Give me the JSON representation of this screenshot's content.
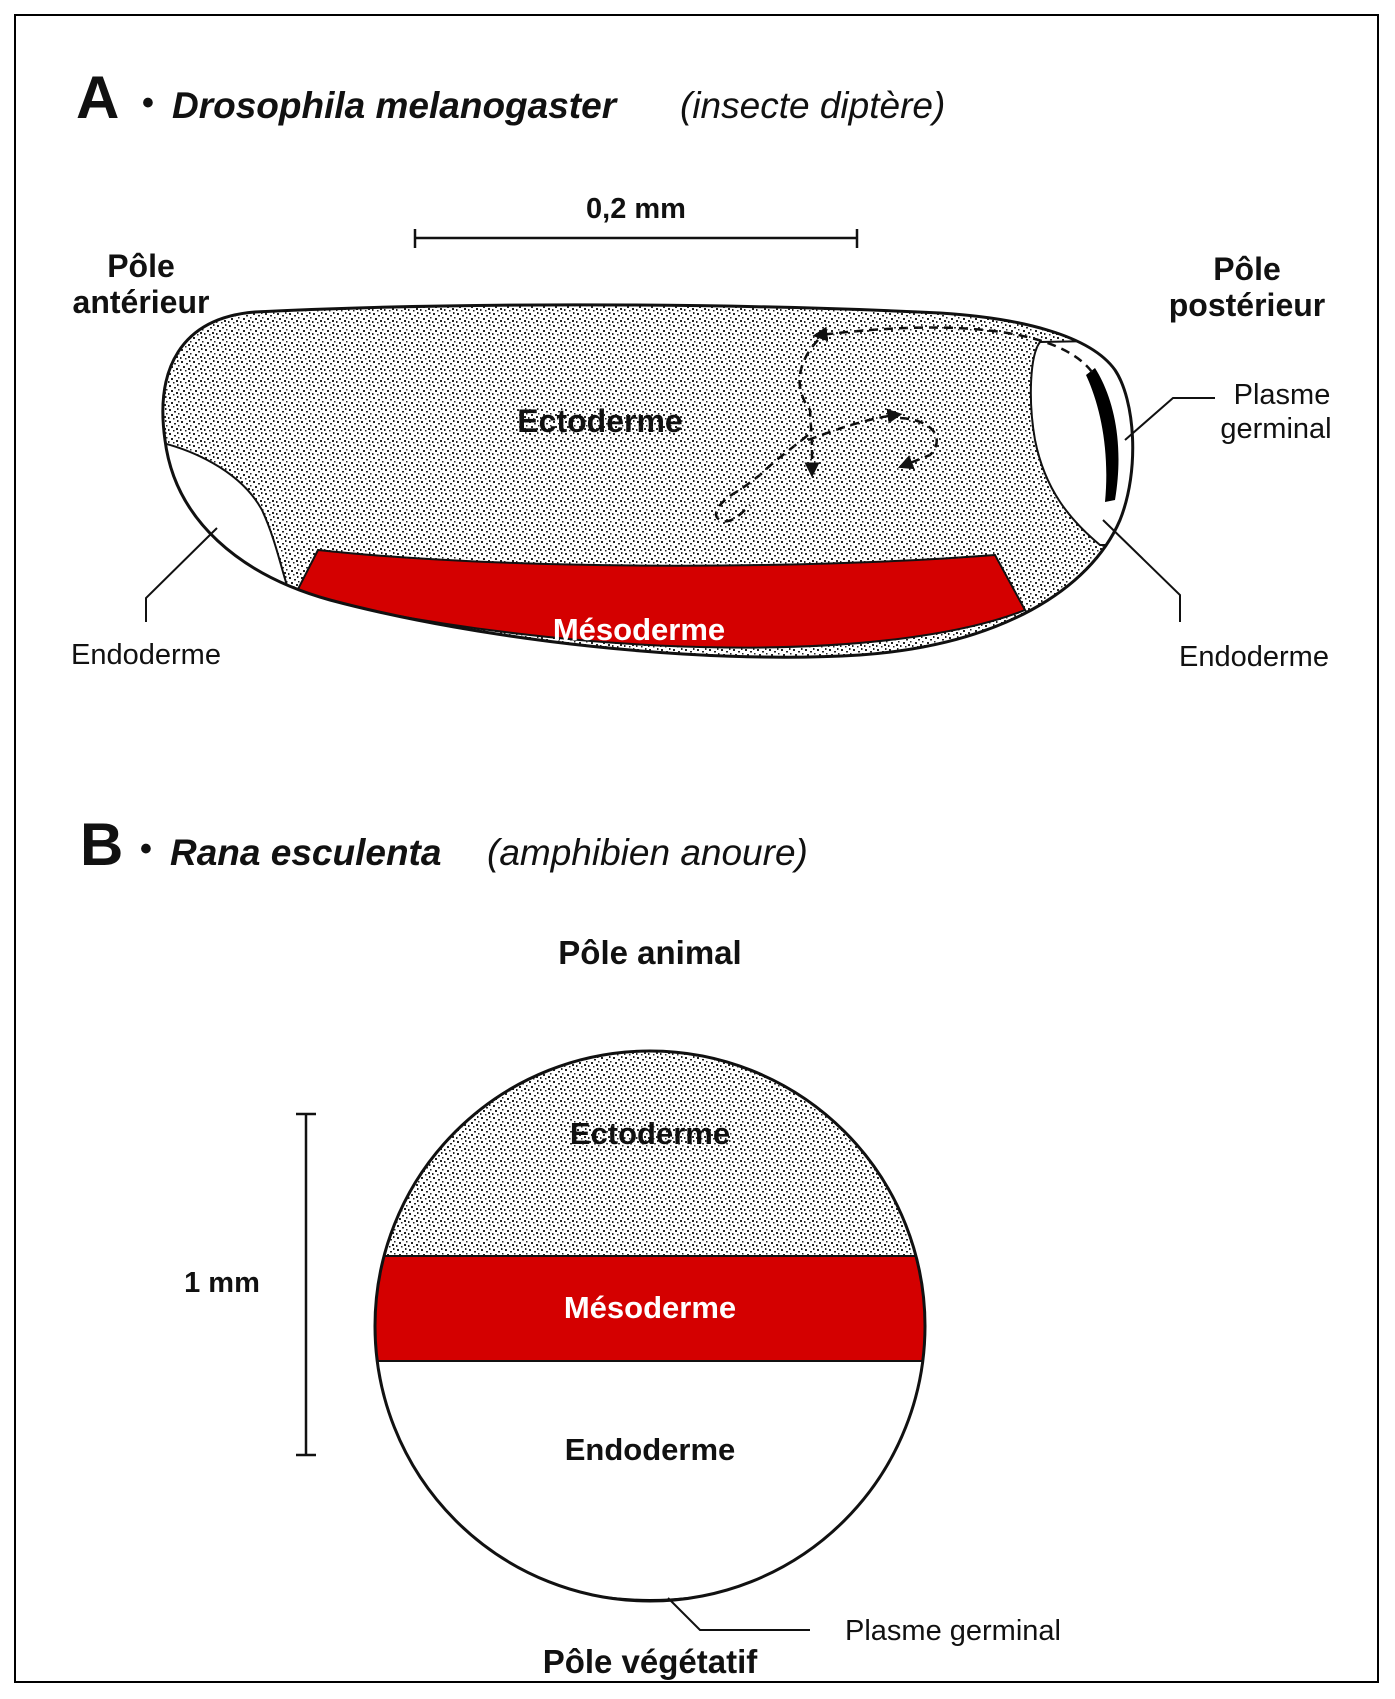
{
  "panel_a": {
    "letter": "A",
    "bullet": "•",
    "species": "Drosophila melanogaster",
    "group": "(insecte diptère)",
    "scale_label": "0,2 mm",
    "pole_anterior_line1": "Pôle",
    "pole_anterior_line2": "antérieur",
    "pole_posterior_line1": "Pôle",
    "pole_posterior_line2": "postérieur",
    "ectoderm": "Ectoderme",
    "mesoderm": "Mésoderme",
    "endoderm_left": "Endoderme",
    "endoderm_right": "Endoderme",
    "germ_plasm_line1": "Plasme",
    "germ_plasm_line2": "germinal"
  },
  "panel_b": {
    "letter": "B",
    "bullet": "•",
    "species": "Rana esculenta",
    "group": "(amphibien anoure)",
    "pole_animal": "Pôle animal",
    "scale_label": "1 mm",
    "ectoderm": "Ectoderme",
    "mesoderm": "Mésoderme",
    "endoderm": "Endoderme",
    "germ_plasm": "Plasme germinal",
    "pole_vegetal": "Pôle végétatif"
  },
  "colors": {
    "mesoderm": "#d40000",
    "ink": "#111111",
    "germ_plasm": "#000000"
  }
}
